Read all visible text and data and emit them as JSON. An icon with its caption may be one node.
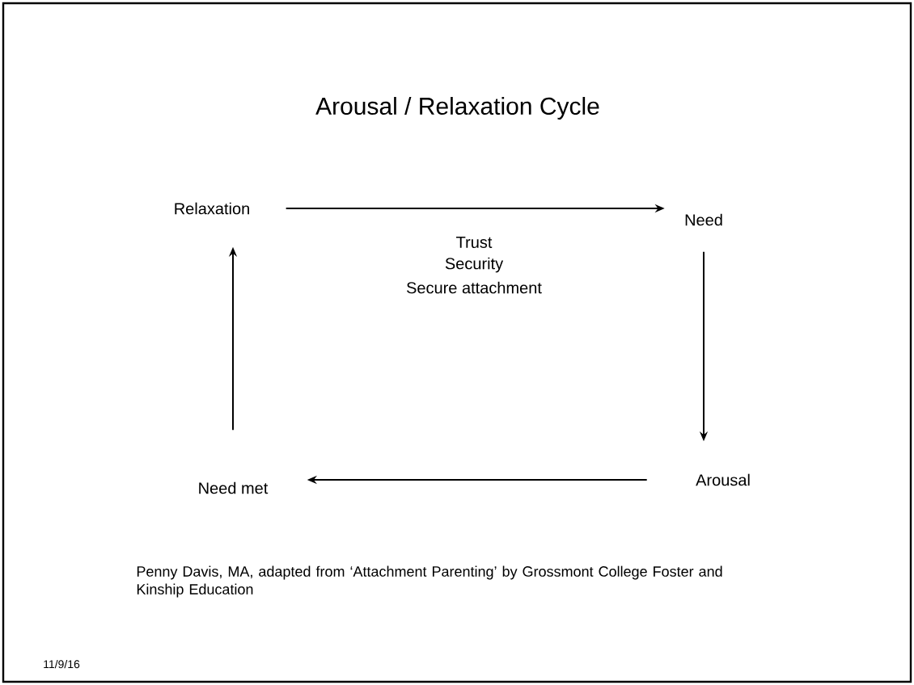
{
  "diagram": {
    "title": "Arousal / Relaxation Cycle",
    "nodes": [
      {
        "text": [
          "Relaxation"
        ]
      },
      {
        "text": [
          "Need"
        ]
      },
      {
        "text": [
          "Arousal"
        ]
      },
      {
        "text": [
          "Need met"
        ]
      }
    ],
    "edges": [
      {
        "from": 0,
        "to": 1,
        "arrow": "to"
      },
      {
        "from": 1,
        "to": 2,
        "arrow": "to"
      },
      {
        "from": 2,
        "to": 3,
        "arrow": "to"
      },
      {
        "from": 3,
        "to": 0,
        "arrow": "to"
      }
    ],
    "labels": [
      "Trust",
      "Security",
      "Secure attachment",
      "Penny Davis, MA, adapted from ‘Attachment Parenting’ by Grossmont College Foster and Kinship Education",
      "11/9/16"
    ]
  }
}
